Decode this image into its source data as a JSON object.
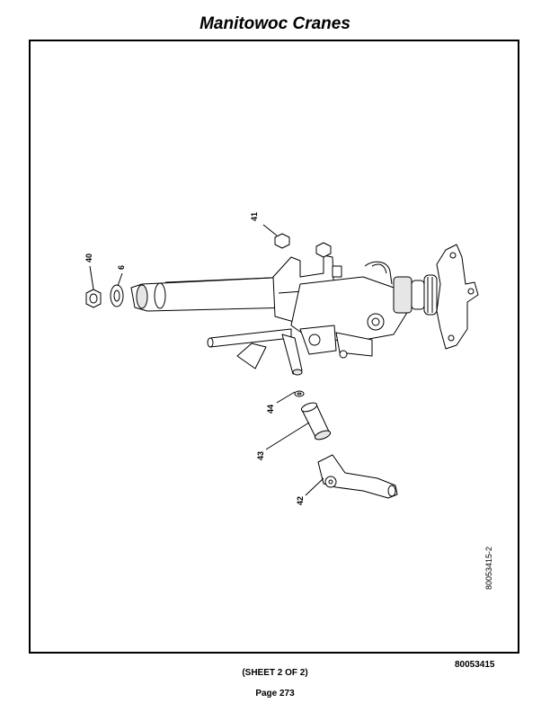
{
  "header": {
    "title": "Manitowoc Cranes"
  },
  "diagram": {
    "callouts": [
      "40",
      "6",
      "41",
      "44",
      "43",
      "42"
    ],
    "figure_id": "80053415-2"
  },
  "footer": {
    "doc_number": "80053415",
    "sheet": "(SHEET 2 OF 2)",
    "page": "Page 273"
  }
}
